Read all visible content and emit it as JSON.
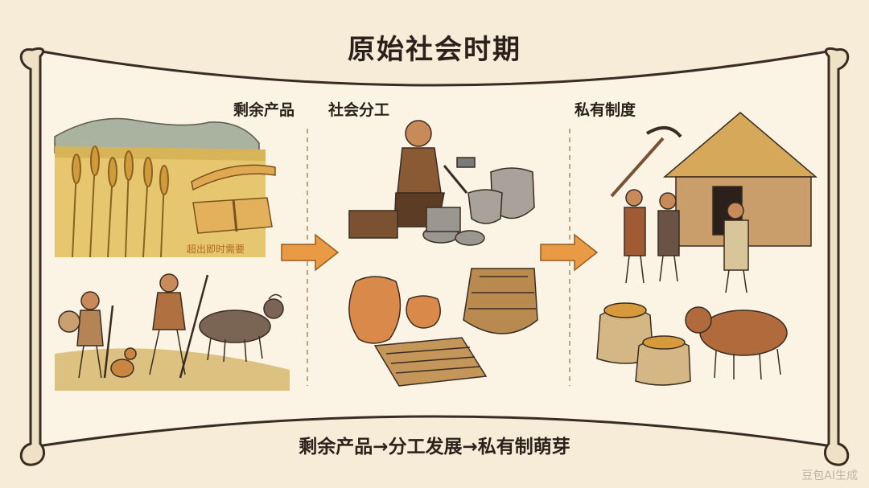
{
  "title": "原始社会时期",
  "sections": [
    {
      "label": "剩余产品",
      "note": "超出即时需要"
    },
    {
      "label": "社会分工"
    },
    {
      "label": "私有制度"
    }
  ],
  "caption": "剩余产品→分工发展→私有制萌芽",
  "watermark": "豆包AI生成",
  "colors": {
    "scroll_paper": "#f6ecd8",
    "scroll_edge": "#3a2c22",
    "arrow": "#e89a45",
    "text": "#2b211a",
    "note": "#b06a1c"
  }
}
